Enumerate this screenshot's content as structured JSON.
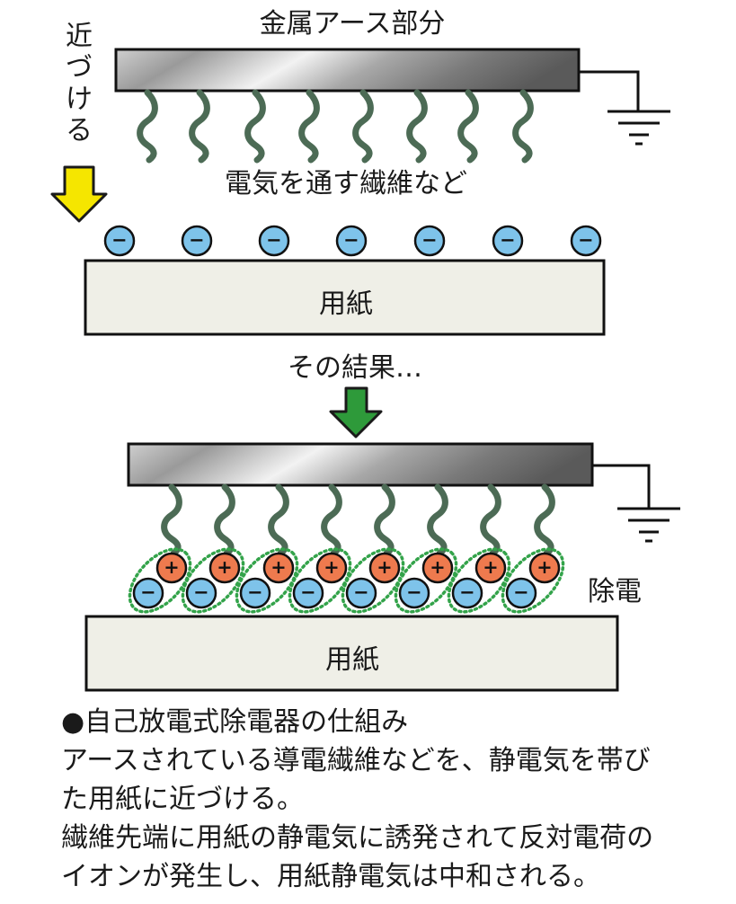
{
  "labels": {
    "ground_part": "金属アース部分",
    "approach_chars": [
      "近",
      "づ",
      "け",
      "る"
    ],
    "fibers": "電気を通す繊維など",
    "paper_top": "用紙",
    "result": "その結果…",
    "neutralize": "除電",
    "paper_bottom": "用紙"
  },
  "caption": {
    "title": "●自己放電式除電器の仕組み",
    "line1": "アースされている導電繊維などを、静電気を帯び",
    "line2": "た用紙に近づける。",
    "line3": "繊維先端に用紙の静電気に誘発されて反対電荷の",
    "line4": "イオンが発生し、用紙静電気は中和される。"
  },
  "symbols": {
    "minus": "−",
    "plus": "+"
  },
  "colors": {
    "fiber": "#4c6b55",
    "negative_ion": "#7ec3ea",
    "positive_ion": "#ee7a4e",
    "paper": "#efefe7",
    "arrow_yellow": "#f5e600",
    "arrow_green": "#2e9a3a",
    "dotted_outline": "#33a34a"
  }
}
